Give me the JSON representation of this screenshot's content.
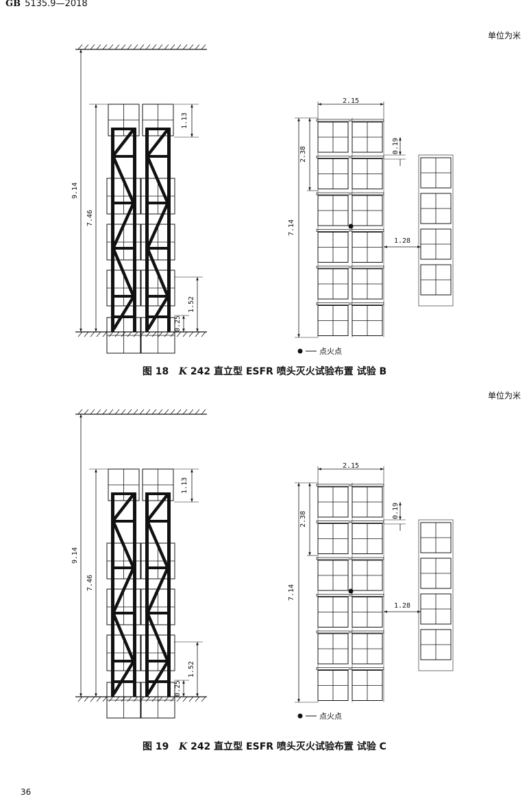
{
  "page": {
    "header_code": "GB",
    "header_number": "5135.9—2018",
    "page_number": "36"
  },
  "figures": [
    {
      "unit_note": "单位为米",
      "caption_prefix": "图 18",
      "caption_k": "K",
      "caption_rest": "242 直立型 ESFR 喷头灭火试验布置 试验 B",
      "dims": {
        "ceiling_height": "9.14",
        "rack_height": "7.46",
        "top_clearance": "1.13",
        "bottom_gap": "0.25",
        "tier_height": "1.52",
        "rack_width": "2.15",
        "top_gap": "0.19",
        "bay_length": "2.38",
        "rack_length": "7.14",
        "aisle_width": "1.28"
      },
      "legend": "点火点"
    },
    {
      "unit_note": "单位为米",
      "caption_prefix": "图 19",
      "caption_k": "K",
      "caption_rest": "242 直立型 ESFR 喷头灭火试验布置 试验 C",
      "dims": {
        "ceiling_height": "9.14",
        "rack_height": "7.46",
        "top_clearance": "1.13",
        "bottom_gap": "0.25",
        "tier_height": "1.52",
        "rack_width": "2.15",
        "top_gap": "0.19",
        "bay_length": "2.38",
        "rack_length": "7.14",
        "aisle_width": "1.28"
      },
      "legend": "点火点"
    }
  ]
}
